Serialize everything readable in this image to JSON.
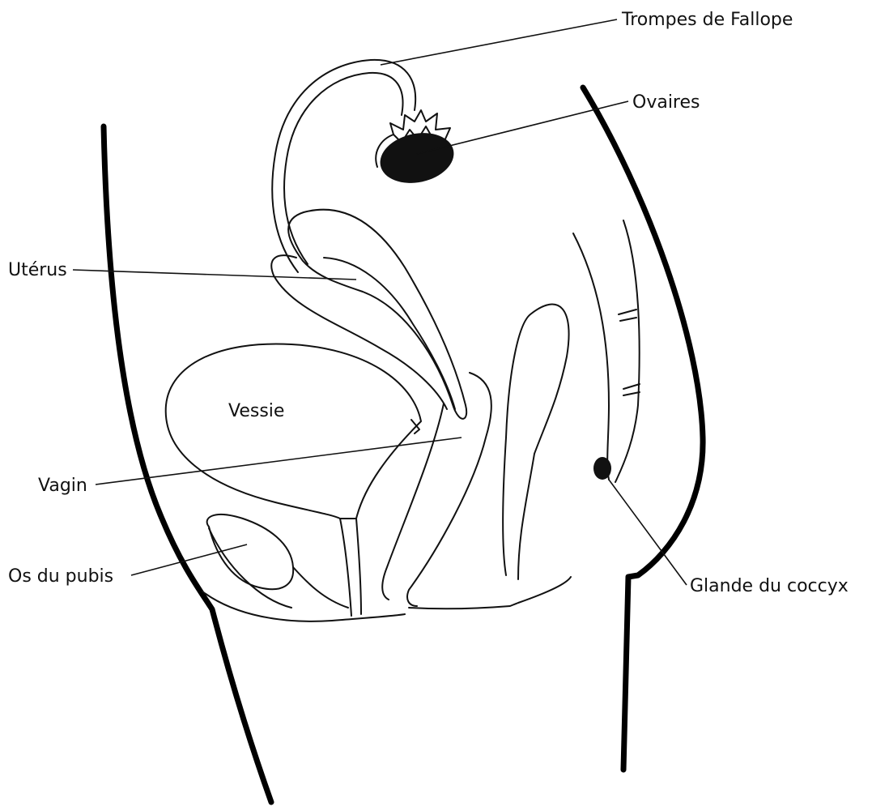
{
  "labels": {
    "fallopian_tubes": "Trompes de Fallope",
    "ovaries": "Ovaires",
    "uterus": "Utérus",
    "bladder": "Vessie",
    "vagina": "Vagin",
    "pubic_bone": "Os du pubis",
    "coccyx_gland": "Glande du coccyx"
  },
  "colors": {
    "ink": "#111111",
    "background": "#ffffff"
  }
}
